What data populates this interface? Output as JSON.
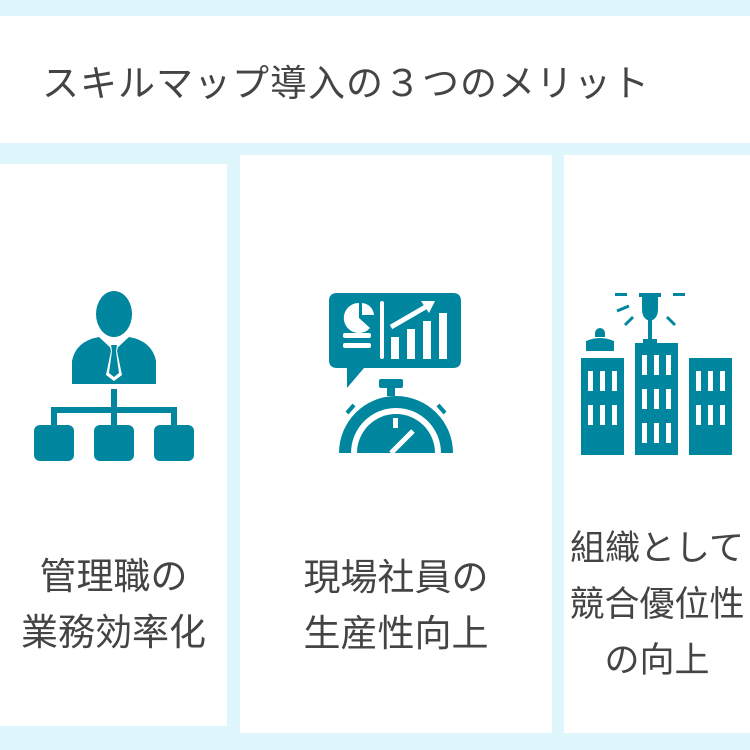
{
  "title": "スキルマップ導入の３つのメリット",
  "accent": "#00869e",
  "cards": [
    {
      "icon": "manager-hierarchy-icon",
      "lines": [
        "管理職の",
        "業務効率化"
      ]
    },
    {
      "icon": "productivity-stopwatch-icon",
      "lines": [
        "現場社員の",
        "生産性向上"
      ]
    },
    {
      "icon": "trophy-podium-icon",
      "lines": [
        "組織として",
        "競合優位性",
        "の向上"
      ]
    }
  ]
}
